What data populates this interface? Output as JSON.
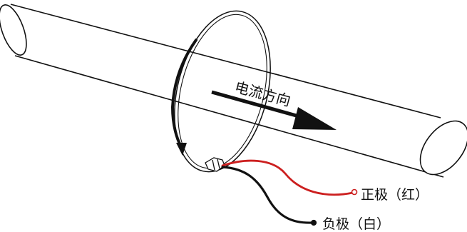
{
  "diagram": {
    "current_direction_label": "电流方向",
    "positive_lead_label": "正极（红）",
    "negative_lead_label": "负极（白）"
  },
  "colors": {
    "line": "#111111",
    "positive_wire": "#cc1f1f",
    "negative_wire": "#111111",
    "background": "#ffffff"
  }
}
